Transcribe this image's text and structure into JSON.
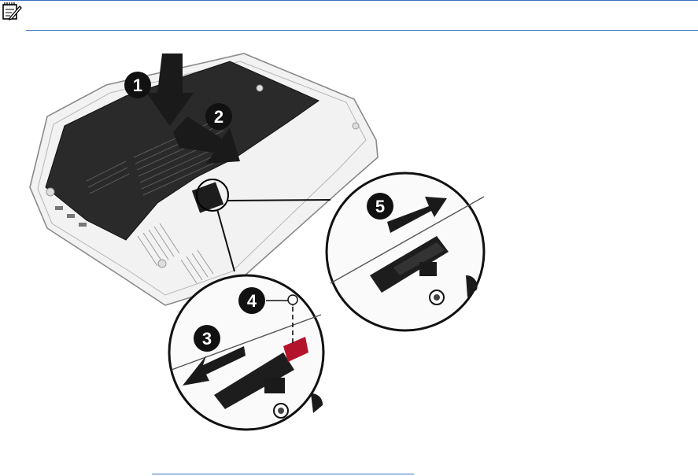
{
  "note": {
    "icon": "note-pencil-icon"
  },
  "figure": {
    "alt_icon": "laptop-service-door-illustration",
    "callouts": [
      "1",
      "2",
      "3",
      "4",
      "5"
    ]
  },
  "colors": {
    "rule": "#3b6fc2",
    "lock_red": "#b3142c",
    "panel": "#2a2a2a"
  }
}
